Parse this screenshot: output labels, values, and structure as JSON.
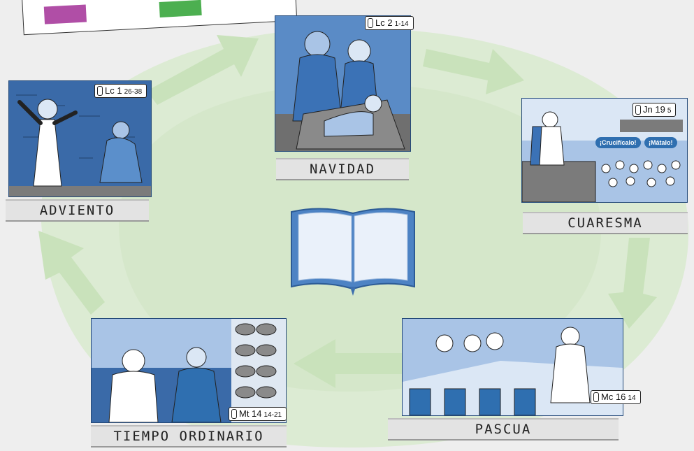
{
  "colors": {
    "background": "#eeeeee",
    "blob": "#dcebd3",
    "arrow": "#cfe5c2",
    "panel_blue": "#3d6fae",
    "label_bg": "#e3e3e3"
  },
  "seasons": [
    {
      "label": "ADVIENTO",
      "ref_book": "Lc 1",
      "ref_verses": "26-38"
    },
    {
      "label": "NAVIDAD",
      "ref_book": "Lc 2",
      "ref_verses": "1-14"
    },
    {
      "label": "CUARESMA",
      "ref_book": "Jn 19",
      "ref_verses": "5"
    },
    {
      "label": "PASCUA",
      "ref_book": "Mc 16",
      "ref_verses": "14"
    },
    {
      "label": "TIEMPO ORDINARIO",
      "ref_book": "Mt 14",
      "ref_verses": "14-21"
    }
  ],
  "bubbles": [
    "¡Crucifícalo!",
    "¡Mátalo!"
  ],
  "icons": {
    "center": "open-book-icon",
    "arrows": "cycle-arrow-icon",
    "scroll": "scroll-icon"
  }
}
